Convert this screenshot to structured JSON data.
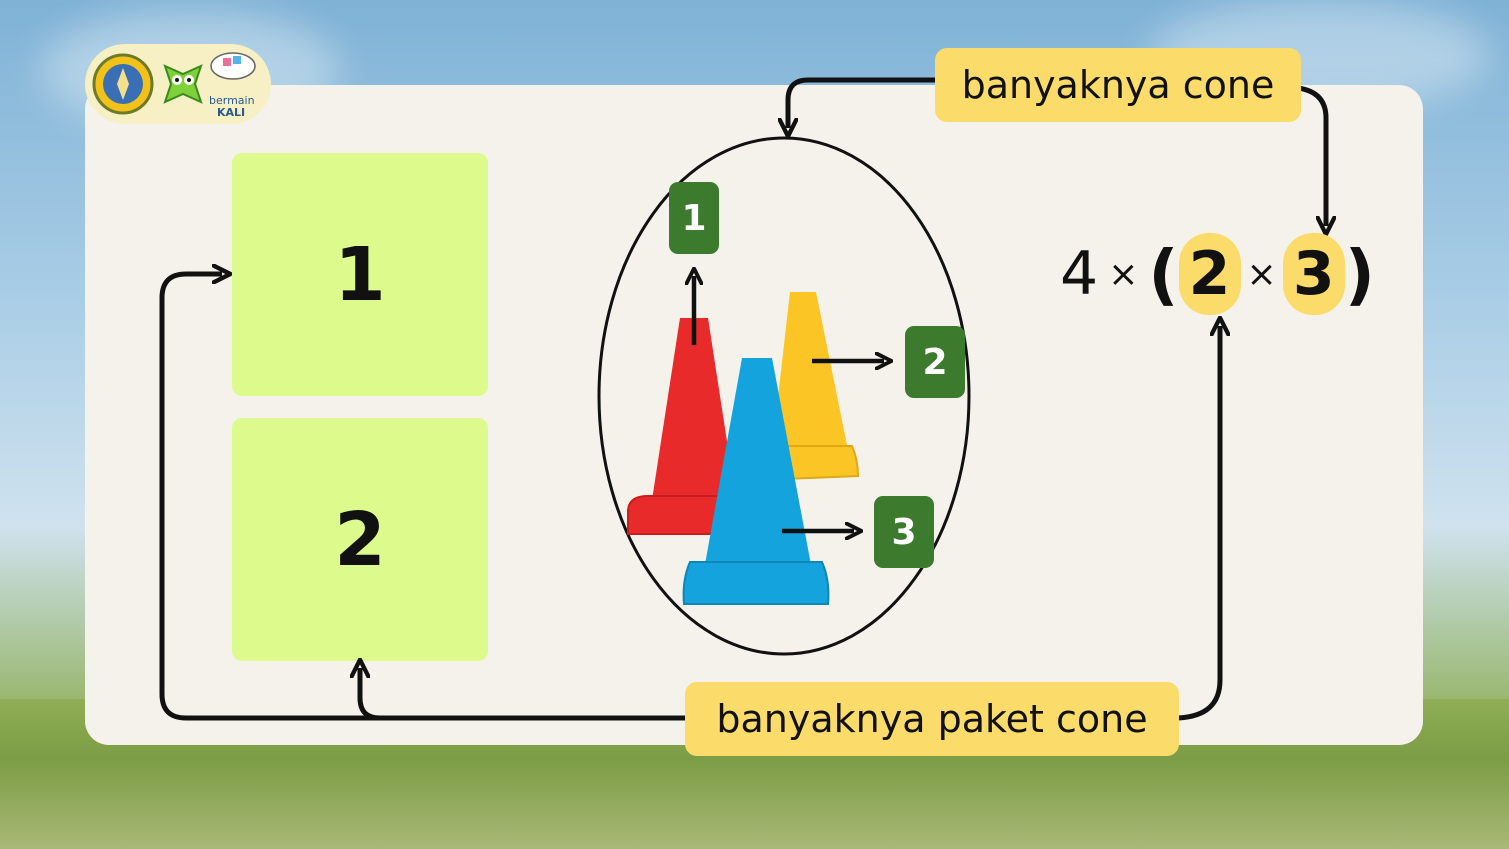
{
  "boxes": [
    {
      "label": "1",
      "color": "#dcfb8c"
    },
    {
      "label": "2",
      "color": "#dcfb8c"
    }
  ],
  "cones": {
    "colors": {
      "red": "#e82a2a",
      "yellow": "#fcc526",
      "blue": "#14a3dc"
    },
    "badges": [
      "1",
      "2",
      "3"
    ],
    "badge_color": "#3c7a2e"
  },
  "labels": {
    "top": "banyaknya cone",
    "bottom": "banyaknya paket cone",
    "pill_color": "#fbdc6a"
  },
  "expression": {
    "a": "4",
    "op1": "×",
    "open_paren": "(",
    "b": "2",
    "op2": "×",
    "c": "3",
    "close_paren": ")"
  },
  "logos": {
    "logo1_icon": "ministry-emblem-icon",
    "logo2_text_1": "bermain",
    "logo2_text_2": "KALI",
    "logo2_icon": "green-mascot-icon"
  }
}
